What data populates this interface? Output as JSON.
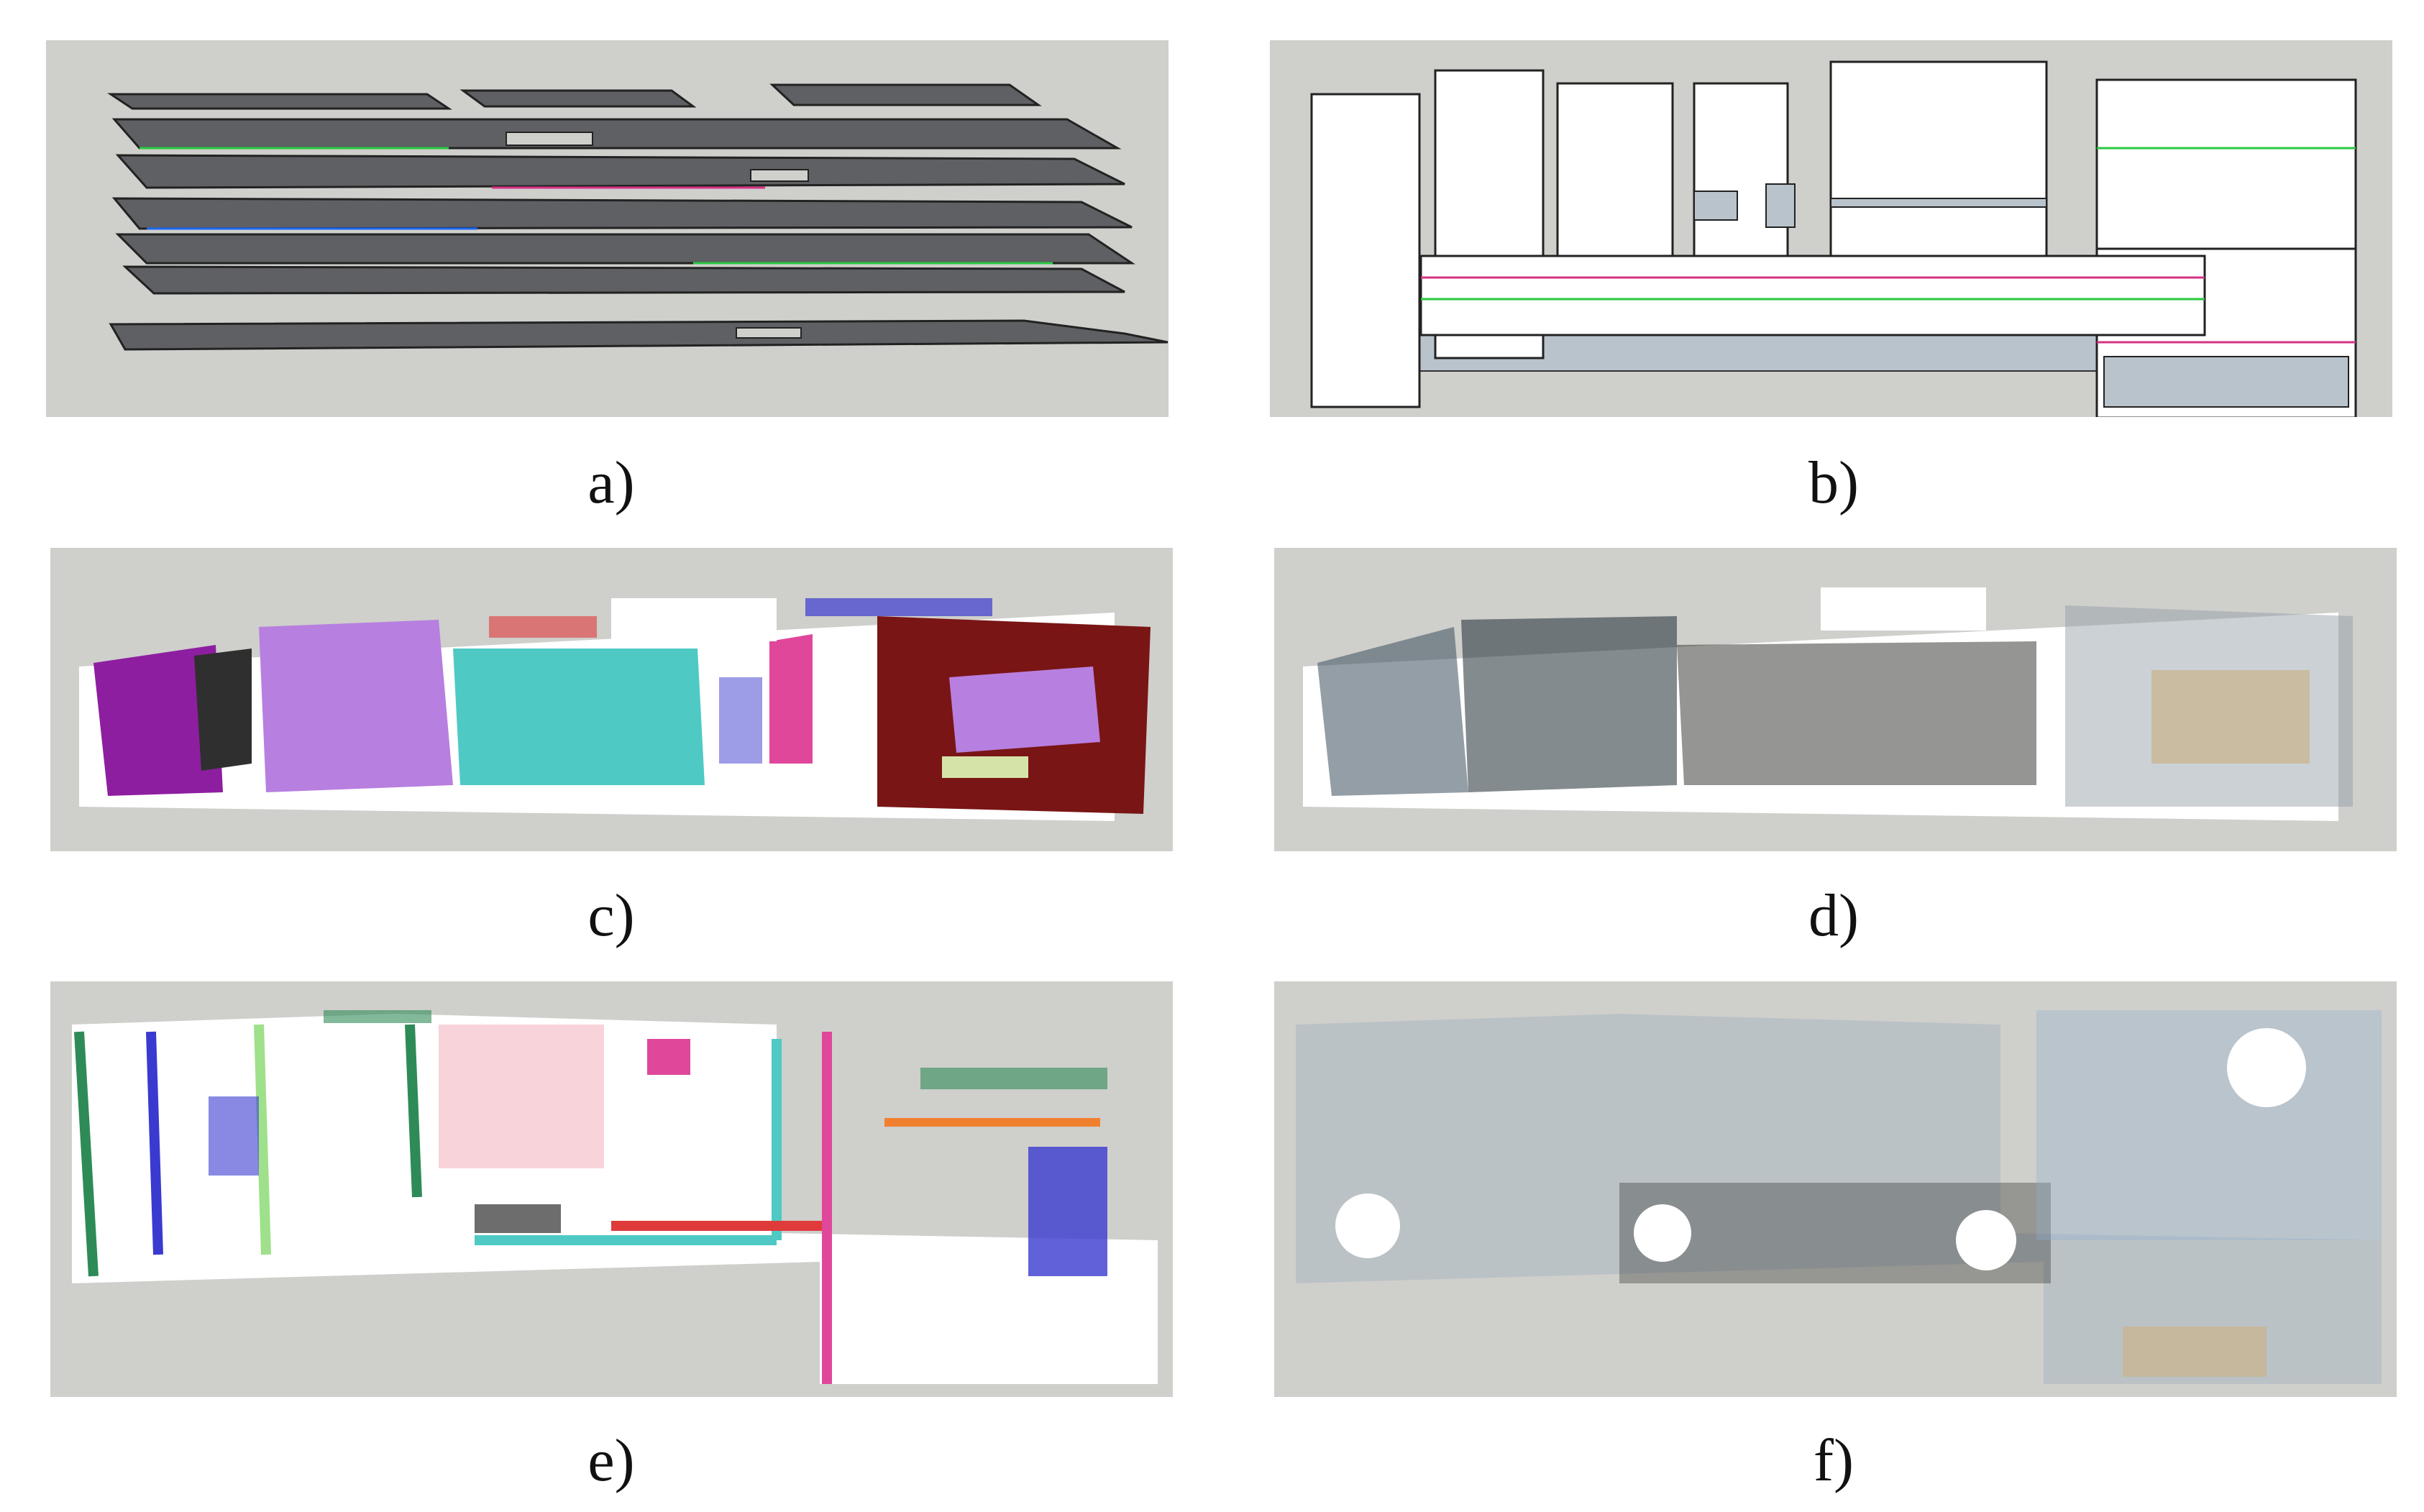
{
  "figure": {
    "panels": [
      {
        "id": "a",
        "label": "a)"
      },
      {
        "id": "b",
        "label": "b)"
      },
      {
        "id": "c",
        "label": "c)"
      },
      {
        "id": "d",
        "label": "d)"
      },
      {
        "id": "e",
        "label": "e)"
      },
      {
        "id": "f",
        "label": "f)"
      }
    ]
  },
  "colors": {
    "panel_background": "#cfcfcc",
    "slab_fill": "#5e6064",
    "model_fill": "#ffffff",
    "ground_fill": "#b9c3cc",
    "segment_palette": [
      "#b77fe0",
      "#4fc9c4",
      "#7a1515",
      "#8e1ea0",
      "#e0479a",
      "#2e8b57",
      "#3a3ad0",
      "#f08030",
      "#e03b3b",
      "#9fe08a",
      "#d6e3a8",
      "#2f2f2f"
    ],
    "point_dark": "#1f2b33"
  }
}
